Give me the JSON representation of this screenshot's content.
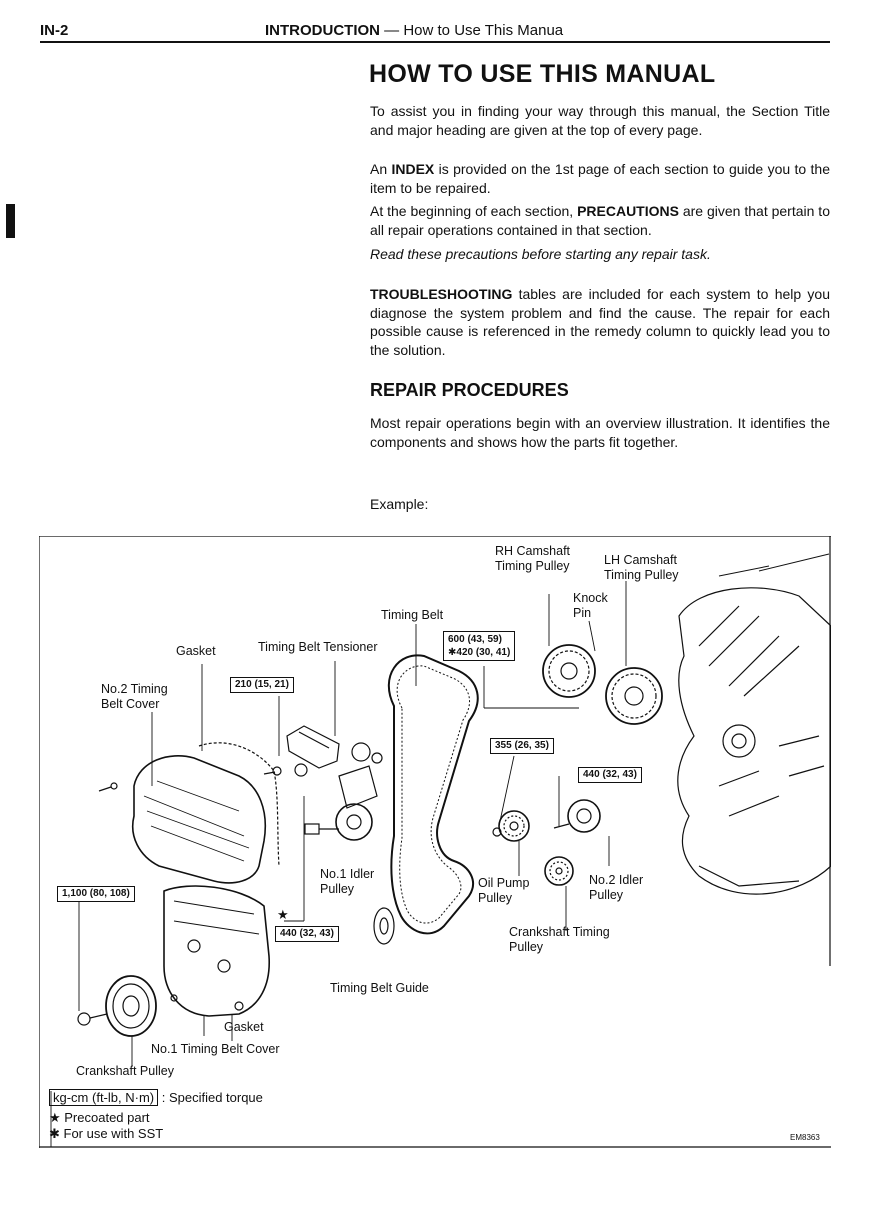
{
  "header": {
    "section_code": "IN-2",
    "section_title": "INTRODUCTION",
    "separator": "—",
    "page_subtitle": "How to Use This Manua"
  },
  "main_title": "HOW TO USE THIS MANUAL",
  "paragraphs": {
    "intro": "To assist you in finding your way through this manual, the Section Title and major heading are given at the top of every page.",
    "index_prefix": "An ",
    "index_bold": "INDEX",
    "index_rest": " is provided on the 1st page of each section to guide you to the item to be repaired.",
    "prec_prefix": "At the beginning of each section, ",
    "prec_bold": "PRECAUTIONS",
    "prec_rest": " are given that pertain to all repair operations contained in that section.",
    "read_italic": "Read these precautions before starting any repair task.",
    "trouble_bold": "TROUBLESHOOTING",
    "trouble_rest": " tables are included for each system to help you diagnose the system problem and find the cause. The repair for each possible cause is referenced in the remedy column to quickly lead you to the solution."
  },
  "repair": {
    "title": "REPAIR PROCEDURES",
    "text": "Most repair operations begin with an overview illustration. It identifies the components and shows how the parts fit together.",
    "example_label": "Example:"
  },
  "figure": {
    "labels": {
      "rh_camshaft": "RH Camshaft",
      "rh_timing_pulley": "Timing Pulley",
      "lh_camshaft": "LH Camshaft",
      "lh_timing_pulley": "Timing Pulley",
      "knock": "Knock",
      "pin": "Pin",
      "timing_belt": "Timing Belt",
      "gasket_top": "Gasket",
      "tensioner": "Timing Belt Tensioner",
      "no2_cover_1": "No.2 Timing",
      "no2_cover_2": "Belt Cover",
      "no1_idler_1": "No.1 Idler",
      "no1_idler_2": "Pulley",
      "oil_pump_1": "Oil Pump",
      "oil_pump_2": "Pulley",
      "no2_idler_1": "No.2 Idler",
      "no2_idler_2": "Pulley",
      "crank_timing_1": "Crankshaft Timing",
      "crank_timing_2": "Pulley",
      "belt_guide": "Timing Belt Guide",
      "gasket_bottom": "Gasket",
      "no1_cover": "No.1 Timing Belt Cover",
      "crank_pulley": "Crankshaft Pulley"
    },
    "torques": {
      "t600": "600 (43, 59)",
      "t420": "✱420 (30, 41)",
      "t210": "210 (15, 21)",
      "t355": "355 (26, 35)",
      "t440_right": "440 (32, 43)",
      "t1100": "1,100 (80, 108)",
      "t440_left": "440 (32, 43)"
    },
    "star": "★",
    "figure_code": "EM8363"
  },
  "legend": {
    "unit_box": "kg-cm (ft-lb, N·m)",
    "unit_text": " : Specified torque",
    "precoated": "★ Precoated part",
    "sst": "✱ For use with SST"
  },
  "colors": {
    "ink": "#111111",
    "paper": "#ffffff"
  }
}
